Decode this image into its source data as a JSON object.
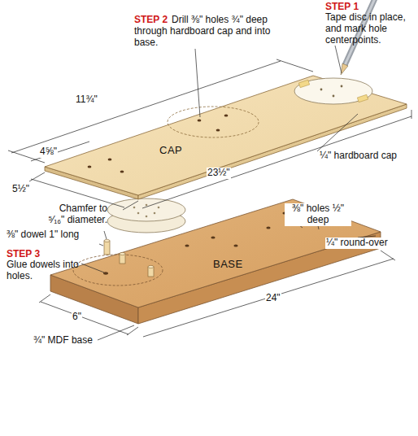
{
  "diagram": {
    "labels": [
      "STEP 1",
      "Tape disc in place, and mark hole centerpoints.",
      "STEP 2",
      "Drill ⅜\" holes ¾\" deep through hardboard cap and into base.",
      "11¾\"",
      "4⅝\"",
      "CAP",
      "23½\"",
      "¼\" hardboard cap",
      "5½\"",
      "Chamfer to ⁵⁄₁₆\" diameter.",
      "⅜\" dowel 1\" long",
      "STEP 3",
      "Glue dowels into holes.",
      "⅜\" holes ½\" deep",
      "¼\" round-over",
      "BASE",
      "24\"",
      "6\"",
      "¾\" MDF base"
    ]
  }
}
